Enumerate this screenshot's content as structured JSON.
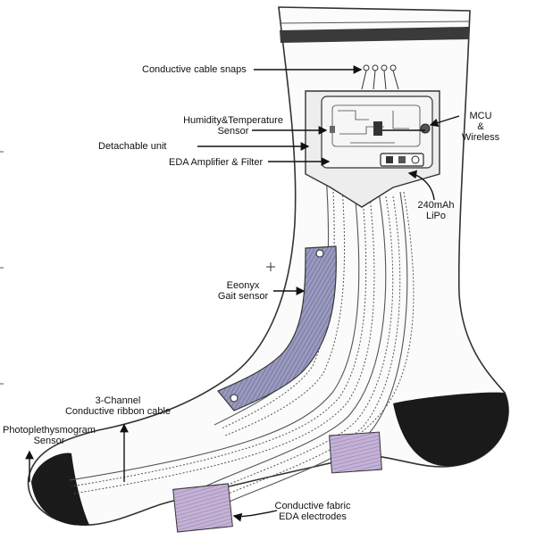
{
  "labels": {
    "cable_snaps": "Conductive cable snaps",
    "humidity_line1": "Humidity&Temperature",
    "humidity_line2": "Sensor",
    "detachable": "Detachable unit",
    "eda_amp": "EDA Amplifier & Filter",
    "mcu_line1": "MCU",
    "mcu_line2": "&",
    "mcu_line3": "Wireless",
    "lipo_line1": "240mAh",
    "lipo_line2": "LiPo",
    "gait_line1": "Eeonyx",
    "gait_line2": "Gait sensor",
    "ribbon_line1": "3-Channel",
    "ribbon_line2": "Conductive ribbon cable",
    "ppg_line1": "Photoplethysmogram",
    "ppg_line2": "Sensor",
    "electrodes_line1": "Conductive fabric",
    "electrodes_line2": "EDA electrodes"
  },
  "colors": {
    "ink": "#222222",
    "band": "#3a3a3a",
    "sole_patch": "#1a1a1a",
    "gait_sensor": "#8a8ab0",
    "electrode": "#b9a6cc",
    "board": "#e8e8e8"
  }
}
